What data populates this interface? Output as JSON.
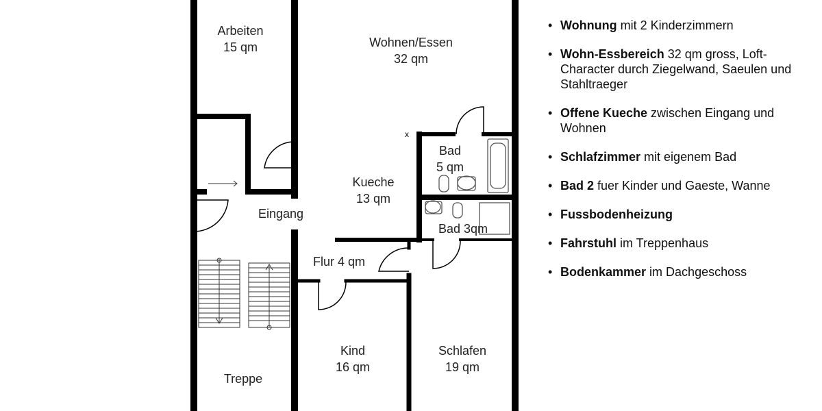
{
  "rooms": {
    "arbeiten": {
      "name": "Arbeiten",
      "area": "15 qm"
    },
    "wohnen": {
      "name": "Wohnen/Essen",
      "area": "32 qm"
    },
    "kueche": {
      "name": "Kueche",
      "area": "13 qm"
    },
    "bad1": {
      "name": "Bad",
      "area": "5 qm"
    },
    "bad2": {
      "name": "Bad 3qm"
    },
    "eingang": {
      "name": "Eingang"
    },
    "flur": {
      "name": "Flur 4 qm"
    },
    "kind": {
      "name": "Kind",
      "area": "16 qm"
    },
    "schlafen": {
      "name": "Schlafen",
      "area": "19 qm"
    },
    "treppe": {
      "name": "Treppe"
    }
  },
  "features": [
    {
      "bold": "Wohnung",
      "text": " mit 2 Kinderzimmern"
    },
    {
      "bold": "Wohn-Essbereich",
      "text": " 32 qm gross, Loft-Character durch Ziegelwand, Saeulen und Stahltraeger"
    },
    {
      "bold": "Offene Kueche",
      "text": " zwischen Eingang und Wohnen"
    },
    {
      "bold": "Schlafzimmer",
      "text": " mit eigenem Bad"
    },
    {
      "bold": "Bad 2",
      "text": " fuer Kinder und Gaeste, Wanne"
    },
    {
      "bold": "Fussbodenheizung",
      "text": ""
    },
    {
      "bold": "Fahrstuhl",
      "text": " im Treppenhaus"
    },
    {
      "bold": "Bodenkammer",
      "text": " im Dachgeschoss"
    }
  ]
}
